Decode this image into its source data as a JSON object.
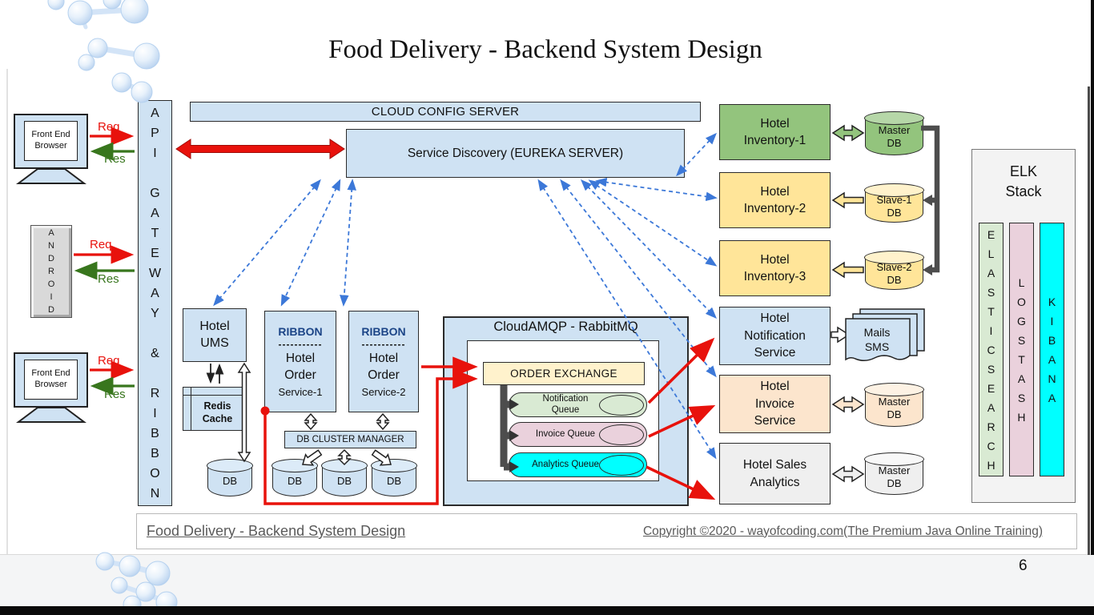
{
  "title": "Food Delivery - Backend System Design",
  "page_number": "6",
  "labels": {
    "req": "Req",
    "res": "Res"
  },
  "clients": {
    "browser1": "Front End Browser",
    "android": "ANDROID",
    "browser2": "Front End Browser"
  },
  "gateway": "API GATEWAY & RIBBON",
  "cloud_config_server": "CLOUD CONFIG SERVER",
  "service_discovery": "Service Discovery (EUREKA SERVER)",
  "hotel_ums": {
    "label": "Hotel UMS",
    "cache": "Redis Cache",
    "db": "DB"
  },
  "order_service_1": {
    "ribbon": "RIBBON",
    "divider": "-----------",
    "name": "Hotel Order",
    "instance": "Service-1"
  },
  "order_service_2": {
    "ribbon": "RIBBON",
    "divider": "-----------",
    "name": "Hotel Order",
    "instance": "Service-2"
  },
  "db_cluster_manager": {
    "label": "DB CLUSTER MANAGER",
    "db1": "DB",
    "db2": "DB",
    "db3": "DB"
  },
  "rabbitmq": {
    "title": "CloudAMQP - RabbitMQ",
    "exchange": "ORDER EXCHANGE",
    "queue1": "Notification Queue",
    "queue2": "Invoice Queue",
    "queue3": "Analytics Queue"
  },
  "inventory": {
    "inv1": "Hotel Inventory-1",
    "inv1_db": "Master DB",
    "inv2": "Hotel Inventory-2",
    "inv2_db": "Slave-1 DB",
    "inv3": "Hotel Inventory-3",
    "inv3_db": "Slave-2 DB"
  },
  "notification": {
    "service": "Hotel Notification Service",
    "target": "Mails SMS"
  },
  "invoice": {
    "service": "Hotel Invoice Service",
    "db": "Master DB"
  },
  "sales": {
    "service": "Hotel Sales Analytics",
    "db": "Master DB"
  },
  "elk": {
    "title": "ELK Stack",
    "c1": "ELASTICSEARCH",
    "c2": "LOGSTASH",
    "c3": "KIBANA"
  },
  "footer": {
    "left": "Food Delivery - Backend System Design",
    "right": "Copyright ©2020 - wayofcoding.com(The Premium Java Online Training)"
  },
  "palette": {
    "box_blue": "#cfe2f3",
    "green": "#93c47d",
    "yellow": "#ffe599",
    "peach": "#fce5cd",
    "gray": "#efefef",
    "exchange_yellow": "#fff2cc",
    "queue_green": "#d9ead3",
    "queue_pink": "#ead1dc",
    "cyan": "#00ffff",
    "red": "#e8120c",
    "res_green": "#38761d",
    "dashed_blue": "#3c78d8"
  }
}
